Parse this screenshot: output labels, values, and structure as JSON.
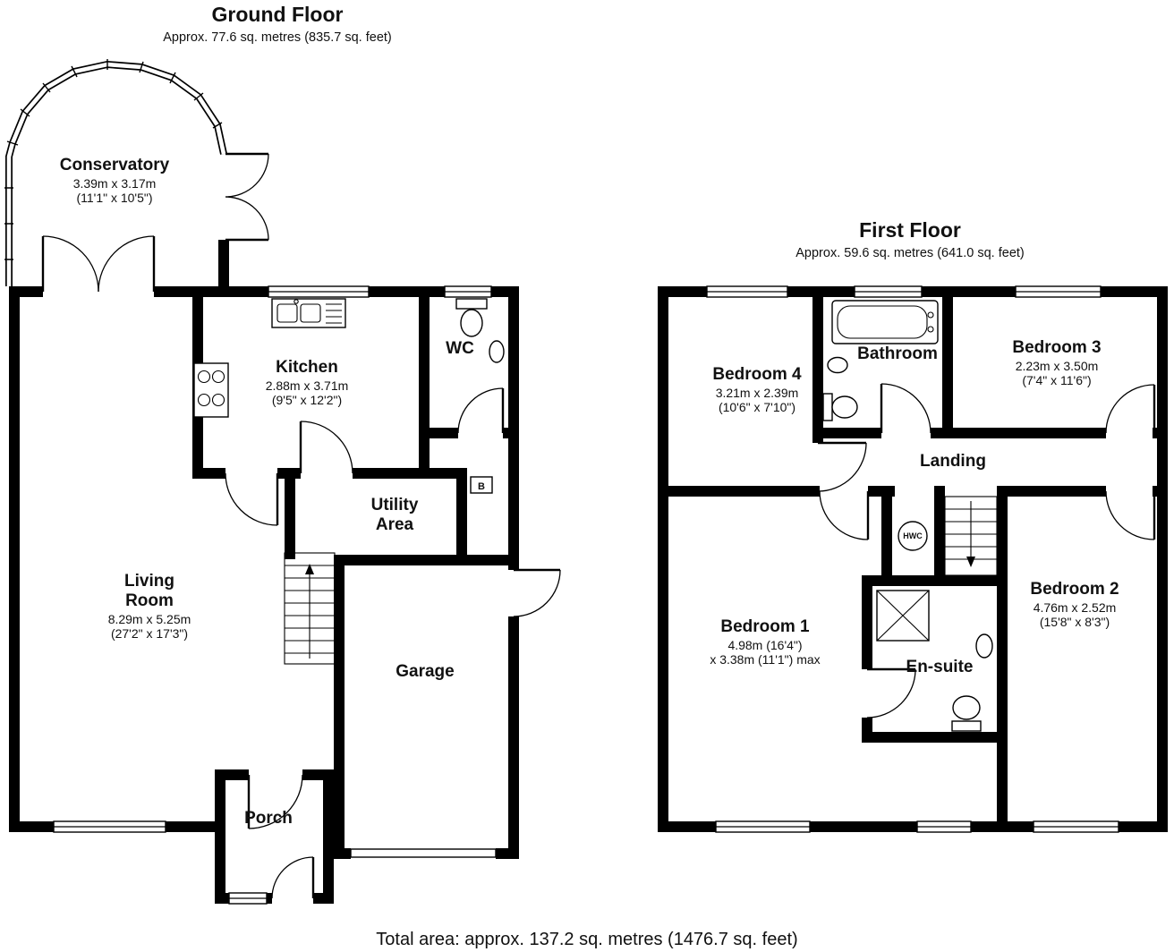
{
  "ground_floor": {
    "title": "Ground Floor",
    "area": "Approx. 77.6 sq. metres (835.7 sq. feet)",
    "conservatory": {
      "name": "Conservatory",
      "dims_m": "3.39m x 3.17m",
      "dims_ft": "(11'1\" x 10'5\")"
    },
    "kitchen": {
      "name": "Kitchen",
      "dims_m": "2.88m x 3.71m",
      "dims_ft": "(9'5\" x 12'2\")"
    },
    "wc": {
      "name": "WC"
    },
    "utility": {
      "name_line1": "Utility",
      "name_line2": "Area"
    },
    "living_room": {
      "name_line1": "Living",
      "name_line2": "Room",
      "dims_m": "8.29m x 5.25m",
      "dims_ft": "(27'2\" x 17'3\")"
    },
    "garage": {
      "name": "Garage"
    },
    "porch": {
      "name": "Porch"
    },
    "boiler": {
      "label": "B"
    }
  },
  "first_floor": {
    "title": "First Floor",
    "area": "Approx. 59.6 sq. metres (641.0 sq. feet)",
    "bedroom4": {
      "name": "Bedroom 4",
      "dims_m": "3.21m x 2.39m",
      "dims_ft": "(10'6\" x 7'10\")"
    },
    "bathroom": {
      "name": "Bathroom"
    },
    "bedroom3": {
      "name": "Bedroom 3",
      "dims_m": "2.23m x 3.50m",
      "dims_ft": "(7'4\" x 11'6\")"
    },
    "landing": {
      "name": "Landing"
    },
    "bedroom1": {
      "name": "Bedroom 1",
      "dims_line1": "4.98m (16'4\")",
      "dims_line2": "x 3.38m (11'1\") max"
    },
    "bedroom2": {
      "name": "Bedroom 2",
      "dims_m": "4.76m x 2.52m",
      "dims_ft": "(15'8\" x 8'3\")"
    },
    "ensuite": {
      "name": "En-suite"
    },
    "hwc": {
      "label": "HWC"
    }
  },
  "footer": {
    "total_area": "Total area: approx. 137.2 sq. metres (1476.7 sq. feet)"
  }
}
